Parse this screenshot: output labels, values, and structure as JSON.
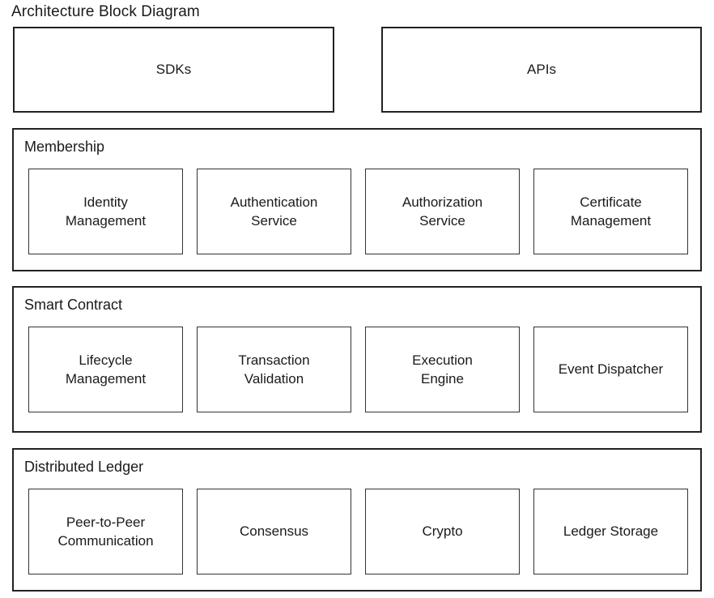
{
  "title": "Architecture Block Diagram",
  "colors": {
    "background": "#ffffff",
    "border_outer": "#222222",
    "border_inner": "#333333",
    "text": "#1a1a1a"
  },
  "top_row": {
    "left_box": "SDKs",
    "right_box": "APIs"
  },
  "layers": [
    {
      "label": "Membership",
      "components": [
        "Identity\nManagement",
        "Authentication\nService",
        "Authorization\nService",
        "Certificate\nManagement"
      ]
    },
    {
      "label": "Smart Contract",
      "components": [
        "Lifecycle\nManagement",
        "Transaction\nValidation",
        "Execution\nEngine",
        "Event Dispatcher"
      ]
    },
    {
      "label": "Distributed Ledger",
      "components": [
        "Peer-to-Peer\nCommunication",
        "Consensus",
        "Crypto",
        "Ledger Storage"
      ]
    }
  ]
}
